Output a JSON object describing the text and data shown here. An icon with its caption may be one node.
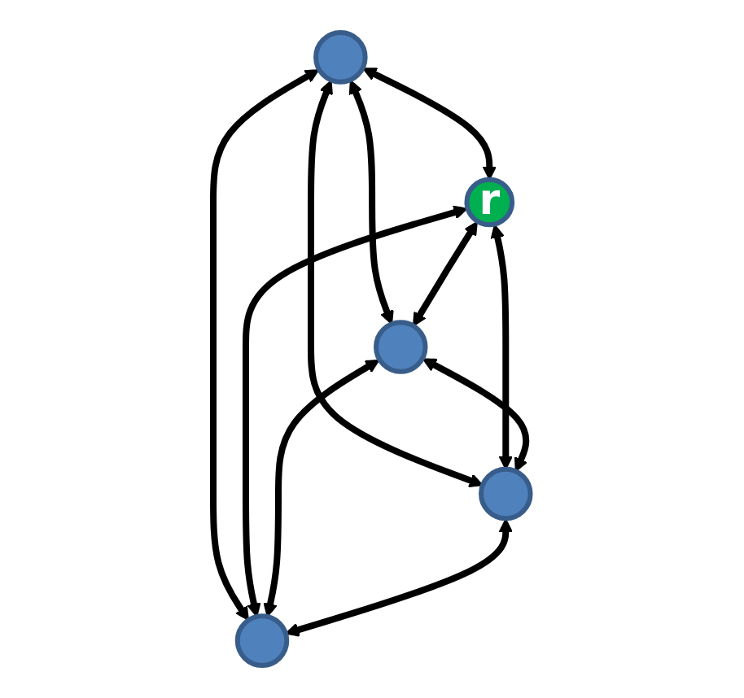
{
  "diagram": {
    "nodes": [
      {
        "text": [],
        "shape": "circle"
      },
      {
        "text": [
          "r"
        ]
      },
      {
        "text": [],
        "shape": "circle"
      },
      {
        "text": [],
        "shape": "circle"
      },
      {
        "text": [],
        "shape": "circle"
      }
    ],
    "edges": [
      {
        "from": 0,
        "to": 1,
        "arrow": "both"
      },
      {
        "from": 0,
        "to": 2,
        "arrow": "both"
      },
      {
        "from": 0,
        "to": 3,
        "arrow": "both"
      },
      {
        "from": 0,
        "to": 4,
        "arrow": "both"
      },
      {
        "from": 1,
        "to": 2,
        "arrow": "both"
      },
      {
        "from": 1,
        "to": 3,
        "arrow": "both"
      },
      {
        "from": 1,
        "to": 4,
        "arrow": "both"
      },
      {
        "from": 2,
        "to": 3,
        "arrow": "both"
      },
      {
        "from": 2,
        "to": 4,
        "arrow": "both"
      },
      {
        "from": 3,
        "to": 4,
        "arrow": "both"
      }
    ]
  }
}
